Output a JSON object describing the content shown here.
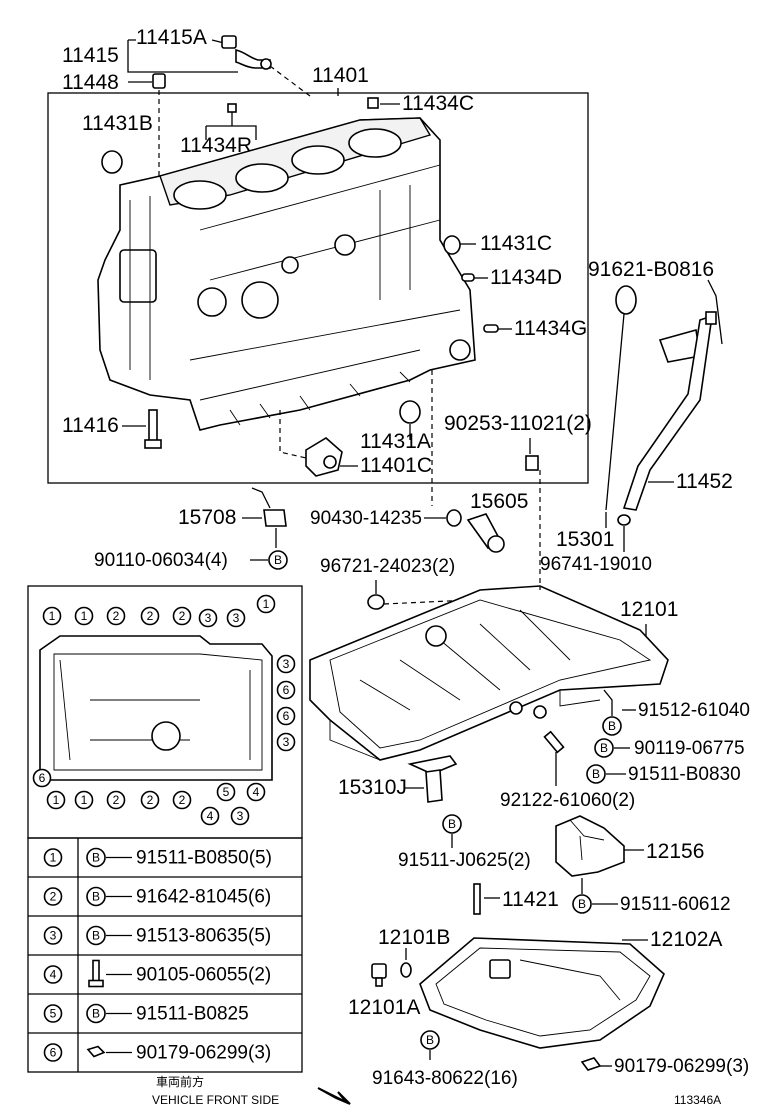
{
  "labels": {
    "p11415": "11415",
    "p11415A": "11415A",
    "p11448": "11448",
    "p11401": "11401",
    "p11434C": "11434C",
    "p11431B": "11431B",
    "p11434R": "11434R",
    "p11431C": "11431C",
    "p91621": "91621-B0816",
    "p11434D": "11434D",
    "p11434G": "11434G",
    "p11416": "11416",
    "p90253": "90253-11021(2)",
    "p11431A": "11431A",
    "p11401C": "11401C",
    "p11452": "11452",
    "p15708": "15708",
    "p90430": "90430-14235",
    "p15605": "15605",
    "p15301": "15301",
    "p90110": "90110-06034(4)",
    "p96741": "96741-19010",
    "p96721": "96721-24023(2)",
    "p12101": "12101",
    "p91512": "91512-61040",
    "p90119": "90119-06775",
    "p91511B0830": "91511-B0830",
    "p15310J": "15310J",
    "p92122": "92122-61060(2)",
    "p91511J0625": "91511-J0625(2)",
    "p12156": "12156",
    "p11421": "11421",
    "p91511_60612": "91511-60612",
    "p12101B": "12101B",
    "p12102A": "12102A",
    "p12101A": "12101A",
    "p91643": "91643-80622(16)",
    "p90179b": "90179-06299(3)"
  },
  "bolt_callout": "B",
  "legend": {
    "rows": [
      {
        "num": "1",
        "marker": "B",
        "part": "91511-B0850(5)"
      },
      {
        "num": "2",
        "marker": "B",
        "part": "91642-81045(6)"
      },
      {
        "num": "3",
        "marker": "B",
        "part": "91513-80635(5)"
      },
      {
        "num": "4",
        "marker": "",
        "part": "90105-06055(2)"
      },
      {
        "num": "5",
        "marker": "B",
        "part": "91511-B0825"
      },
      {
        "num": "6",
        "marker": "",
        "part": "90179-06299(3)"
      }
    ]
  },
  "layout_numbers": {
    "top": [
      "1",
      "1",
      "2",
      "2",
      "2",
      "3",
      "3",
      "1"
    ],
    "right": [
      "3",
      "6",
      "6",
      "3"
    ],
    "left": [
      "6"
    ],
    "bottom": [
      "1",
      "1",
      "2",
      "2",
      "2",
      "4",
      "5",
      "4",
      "3"
    ]
  },
  "footer": {
    "jp": "車両前方",
    "en": "VEHICLE FRONT SIDE",
    "code": "113346A"
  }
}
